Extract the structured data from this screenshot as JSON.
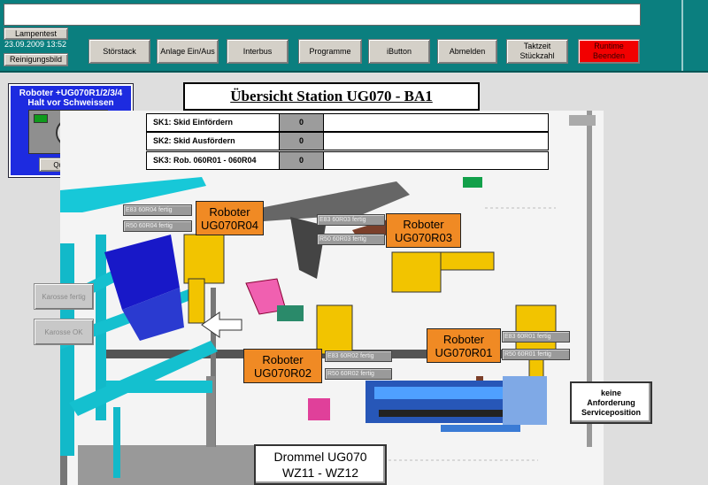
{
  "message_bar": {
    "text": ""
  },
  "toolbar": {
    "lampentest": "Lampentest",
    "datetime": "23.09.2009 13:52",
    "reinigungsbild": "Reinigungsbild",
    "buttons": [
      {
        "label": "Störstack"
      },
      {
        "label": "Anlage Ein/Aus"
      },
      {
        "label": "Interbus"
      },
      {
        "label": "Programme"
      },
      {
        "label": "iButton"
      },
      {
        "label": "Abmelden"
      },
      {
        "label": "Taktzeit\nStückzahl"
      },
      {
        "label": "Runtime\nBeenden"
      }
    ]
  },
  "robot_status": {
    "title": "Roboter +UG070R1/2/3/4\nHalt vor Schweissen",
    "quit_label": "Quittierung"
  },
  "station_title": "Übersicht Station UG070 - BA1",
  "sk_table": [
    {
      "label": "SK1: Skid Einfördern",
      "value": "0",
      "info": ""
    },
    {
      "label": "SK2: Skid Ausfördern",
      "value": "0",
      "info": ""
    },
    {
      "label": "SK3: Rob. 060R01 - 060R04",
      "value": "0",
      "info": ""
    }
  ],
  "robots": [
    {
      "name": "Roboter\nUG070R04",
      "e83": "E83 60R04 fertig",
      "r50": "R50 60R04 fertig"
    },
    {
      "name": "Roboter\nUG070R03",
      "e83": "E83 60R03 fertig",
      "r50": "R50 60R03 fertig"
    },
    {
      "name": "Roboter\nUG070R02",
      "e83": "E83 60R02 fertig",
      "r50": "R50 60R02 fertig"
    },
    {
      "name": "Roboter\nUG070R01",
      "e83": "E83 60R01 fertig",
      "r50": "R50 60R01 fertig"
    }
  ],
  "side_buttons": {
    "karosse_fertig": "Karosse fertig",
    "karosse_ok": "Karosse OK"
  },
  "service_button": "keine\nAnforderung\nServiceposition",
  "drum_label": "Drommel UG070\nWZ11 - WZ12",
  "colors": {
    "toolbar": "#0b7f7f",
    "robot_label": "#f08a24",
    "status_box": "#1d2be0",
    "alarm": "#f20000"
  }
}
